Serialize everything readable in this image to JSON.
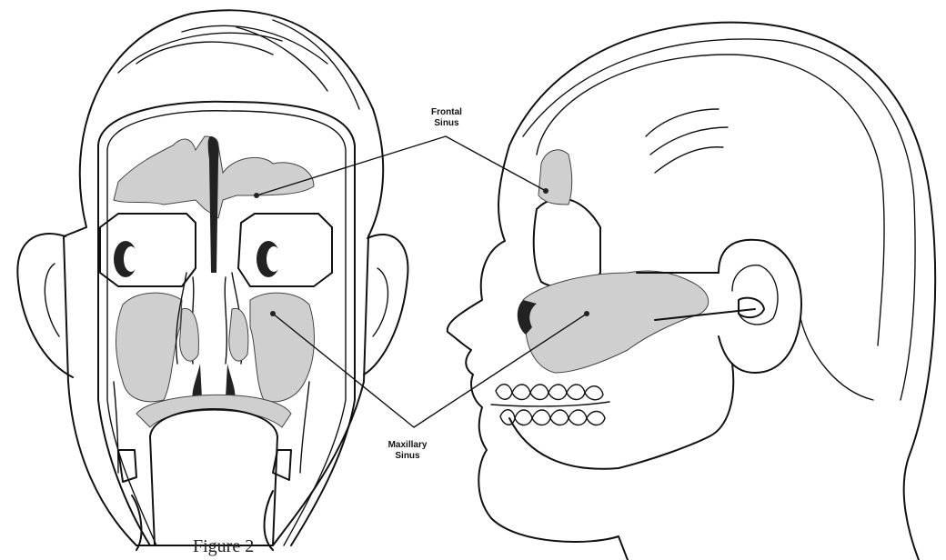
{
  "labels": {
    "frontal_line1": "Frontal",
    "frontal_line2": "Sinus",
    "maxillary_line1": "Maxillary",
    "maxillary_line2": "Sinus"
  },
  "caption": "Figure 2"
}
